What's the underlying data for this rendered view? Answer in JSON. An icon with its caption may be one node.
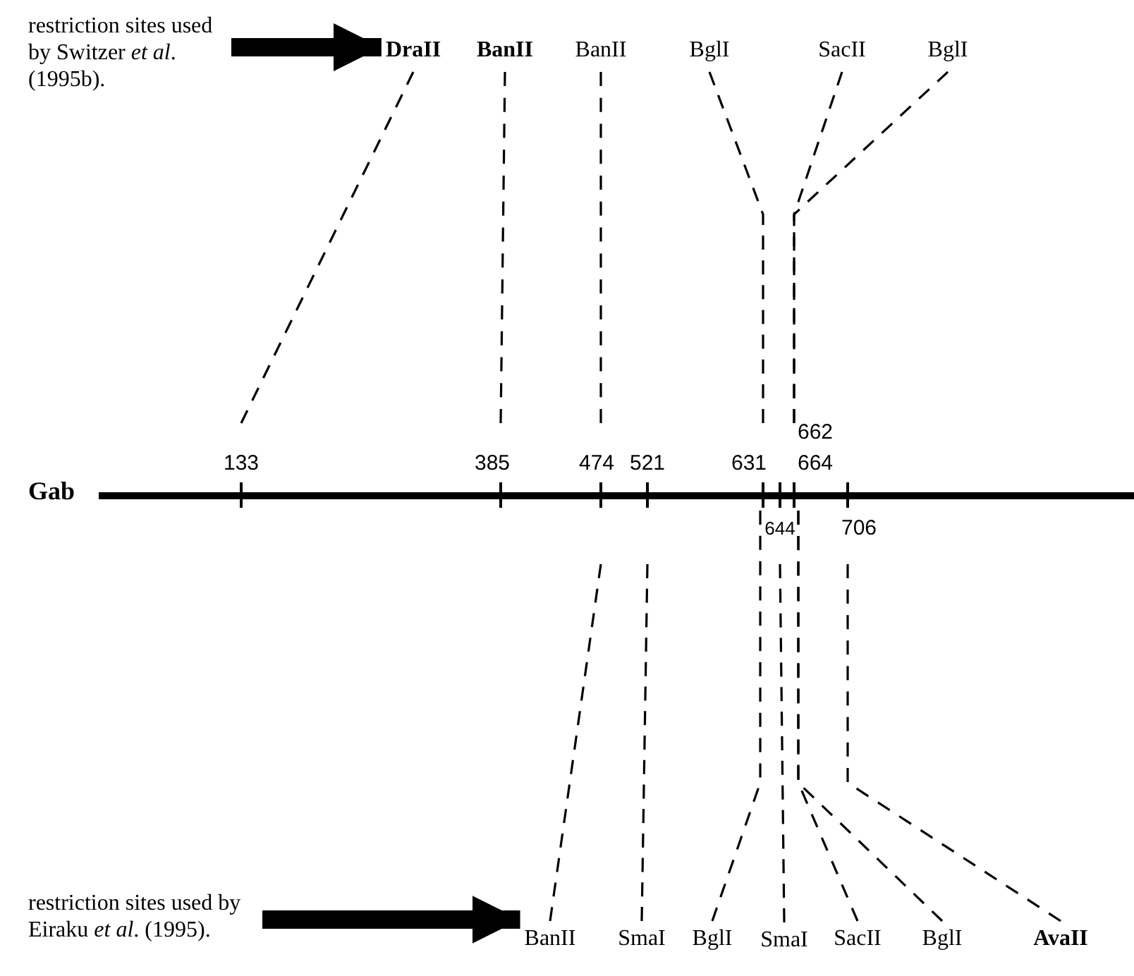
{
  "diagram": {
    "nodes": [
      {
        "text": [
          "restriction sites used by Switzer *et al*. (1995b)."
        ]
      },
      {
        "text": [
          "DraII"
        ]
      },
      {
        "text": [
          "BanII"
        ]
      },
      {
        "text": [
          "BanII"
        ]
      },
      {
        "text": [
          "BglI"
        ]
      },
      {
        "text": [
          "SacII"
        ]
      },
      {
        "text": [
          "BglI"
        ]
      },
      {
        "text": [],
        "shape": "bar",
        "beside": [
          "Gab"
        ]
      },
      {
        "text": [],
        "shape": "bar",
        "beside": [
          "133"
        ]
      },
      {
        "text": [],
        "shape": "bar",
        "beside": [
          "385"
        ]
      },
      {
        "text": [],
        "shape": "bar",
        "beside": [
          "474"
        ]
      },
      {
        "text": [],
        "shape": "bar",
        "beside": [
          "521"
        ]
      },
      {
        "text": [],
        "shape": "bar",
        "beside": [
          "631"
        ]
      },
      {
        "text": [],
        "shape": "bar",
        "beside": [
          "662",
          "664"
        ]
      },
      {
        "text": [],
        "shape": "bar",
        "beside": [
          "644"
        ]
      },
      {
        "text": [],
        "shape": "bar",
        "beside": [
          "706"
        ]
      },
      {
        "text": [
          "restriction sites used by Eiraku *et al*. (1995)."
        ]
      },
      {
        "text": [
          "BanII"
        ]
      },
      {
        "text": [
          "SmaI"
        ]
      },
      {
        "text": [
          "BglI"
        ]
      },
      {
        "text": [
          "SmaI"
        ]
      },
      {
        "text": [
          "SacII"
        ]
      },
      {
        "text": [
          "BglI"
        ]
      },
      {
        "text": [
          "AvaII"
        ]
      }
    ],
    "edges": [
      {
        "from": 0,
        "to": 1,
        "arrow": "to",
        "style": "thick"
      },
      {
        "from": 1,
        "to": 8,
        "arrow": "none",
        "style": "dashed"
      },
      {
        "from": 2,
        "to": 9,
        "arrow": "none",
        "style": "dashed"
      },
      {
        "from": 3,
        "to": 10,
        "arrow": "none",
        "style": "dashed"
      },
      {
        "from": 4,
        "to": 12,
        "arrow": "none",
        "style": "dashed"
      },
      {
        "from": 5,
        "to": 13,
        "arrow": "none",
        "style": "dashed"
      },
      {
        "from": 6,
        "to": 13,
        "arrow": "none",
        "style": "dashed"
      },
      {
        "from": 16,
        "to": 17,
        "arrow": "to",
        "style": "thick"
      },
      {
        "from": 17,
        "to": 10,
        "arrow": "none",
        "style": "dashed"
      },
      {
        "from": 18,
        "to": 11,
        "arrow": "none",
        "style": "dashed"
      },
      {
        "from": 19,
        "to": 12,
        "arrow": "none",
        "style": "dashed"
      },
      {
        "from": 20,
        "to": 14,
        "arrow": "none",
        "style": "dashed"
      },
      {
        "from": 21,
        "to": 13,
        "arrow": "none",
        "style": "dashed"
      },
      {
        "from": 22,
        "to": 13,
        "arrow": "none",
        "style": "dashed"
      },
      {
        "from": 23,
        "to": 15,
        "arrow": "none",
        "style": "dashed"
      }
    ]
  }
}
